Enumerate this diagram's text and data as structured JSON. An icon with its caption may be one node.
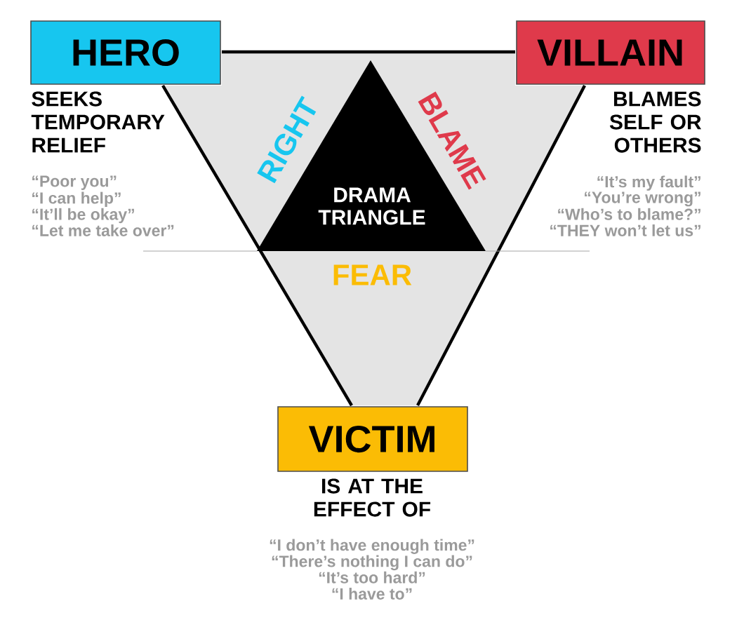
{
  "diagram": {
    "nodes": [
      {
        "text": [
          "RIGHT",
          "BLAME",
          "FEAR"
        ]
      },
      {
        "text": [
          "DRAMA TRIANGLE"
        ],
        "in": 0
      },
      {
        "text": [
          "HERO"
        ],
        "beside": [
          "SEEKS TEMPORARY RELIEF",
          "“Poor you”",
          "“I can help”",
          "“It’ll be okay”",
          "“Let me take over”"
        ]
      },
      {
        "text": [
          "VILLAIN"
        ],
        "beside": [
          "BLAMES SELF OR OTHERS",
          "“It’s my fault”",
          "“You’re wrong”",
          "“Who’s to blame?”",
          "“THEY won’t let us”"
        ]
      },
      {
        "text": [
          "VICTIM"
        ],
        "beside": [
          "IS AT THE EFFECT OF",
          "“I don’t have enough time”",
          "“There’s nothing I can do”",
          "“It’s too hard”",
          "“I have to”"
        ]
      }
    ],
    "edges": []
  }
}
